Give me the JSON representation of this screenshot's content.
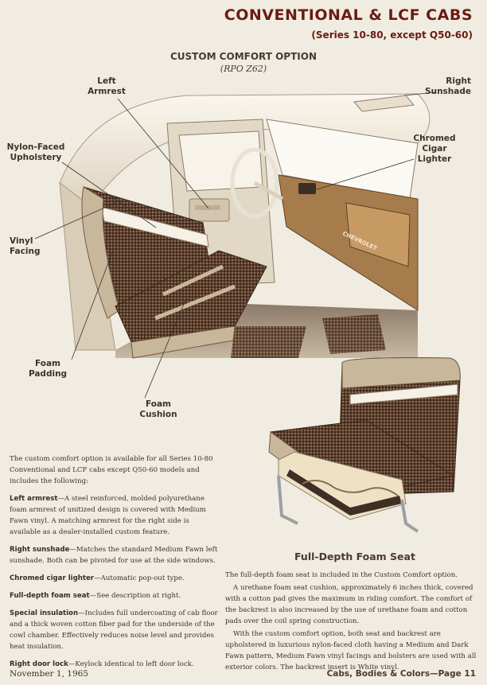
{
  "header": {
    "title": "CONVENTIONAL & LCF CABS",
    "subtitle": "(Series 10-80, except Q50-60)"
  },
  "illustration": {
    "option_title": "CUSTOM COMFORT OPTION",
    "rpo": "(RPO Z62)",
    "callouts": {
      "left_armrest": [
        "Left",
        "Armrest"
      ],
      "right_sunshade": [
        "Right",
        "Sunshade"
      ],
      "nylon_faced": [
        "Nylon-Faced",
        "Upholstery"
      ],
      "chromed_cigar": [
        "Chromed",
        "Cigar",
        "Lighter"
      ],
      "vinyl_facing": [
        "Vinyl",
        "Facing"
      ],
      "foam_padding": [
        "Foam",
        "Padding"
      ],
      "foam_cushion": [
        "Foam",
        "Cushion"
      ]
    },
    "dash_badge": "CHEVROLET"
  },
  "body": {
    "intro": "The custom comfort option is available for all Series 10-80 Conventional and LCF cabs except Q50-60 models and includes the following:",
    "items": [
      {
        "term": "Left armrest",
        "text": "—A steel reinforced, molded polyurethane foam armrest of unitized design is covered with Medium Fawn vinyl. A matching armrest for the right side is available as a dealer-installed custom feature."
      },
      {
        "term": "Right sunshade",
        "text": "—Matches the standard Medium Fawn left sunshade. Both can be pivoted for use at the side windows."
      },
      {
        "term": "Chromed cigar lighter",
        "text": "—Automatic pop-out type."
      },
      {
        "term": "Full-depth foam seat",
        "text": "—See description at right."
      },
      {
        "term": "Special insulation",
        "text": "—Includes full undercoating of cab floor and a thick woven cotton fiber pad for the underside of the cowl chamber. Effectively reduces noise level and provides heat insulation."
      },
      {
        "term": "Right door lock",
        "text": "—Keylock identical to left door lock."
      }
    ]
  },
  "seat_section": {
    "title": "Full-Depth Foam Seat",
    "paragraphs": [
      "The full-depth foam seat is included in the Custom Comfort option.",
      "A urethane foam seat cushion, approximately 6 inches thick, covered with a cotton pad gives the maximum in riding comfort. The comfort of the backrest is also increased by the use of urethane foam and cotton pads over the coil spring construction.",
      "With the custom comfort option, both seat and backrest are upholstered in luxurious nylon-faced cloth having a Medium and Dark Fawn pattern, Medium Fawn vinyl facings and bolsters are used with all exterior colors. The backrest insert is White vinyl."
    ]
  },
  "footer": {
    "date": "November 1, 1965",
    "page": "Cabs, Bodies & Colors—Page 11"
  },
  "colors": {
    "title": "#6a1c12",
    "page_bg": "#f1ece1",
    "upholstery": "#5a3d2c",
    "vinyl": "#c9b79c"
  }
}
